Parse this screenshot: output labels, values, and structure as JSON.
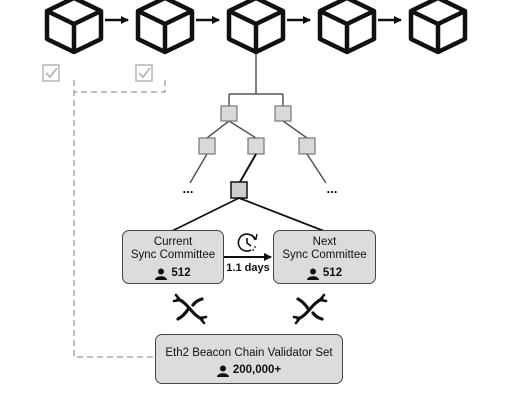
{
  "current_committee": {
    "line1": "Current",
    "line2": "Sync Committee",
    "count": "512"
  },
  "next_committee": {
    "line1": "Next",
    "line2": "Sync Committee",
    "count": "512"
  },
  "period_label": "1.1 days",
  "validator_set": {
    "title": "Eth2 Beacon Chain Validator Set",
    "count": "200,000+"
  },
  "ellipsis": "...",
  "icons": [
    "cube-icon",
    "checkbox-icon",
    "clock-icon",
    "person-icon",
    "shuffle-icon"
  ]
}
